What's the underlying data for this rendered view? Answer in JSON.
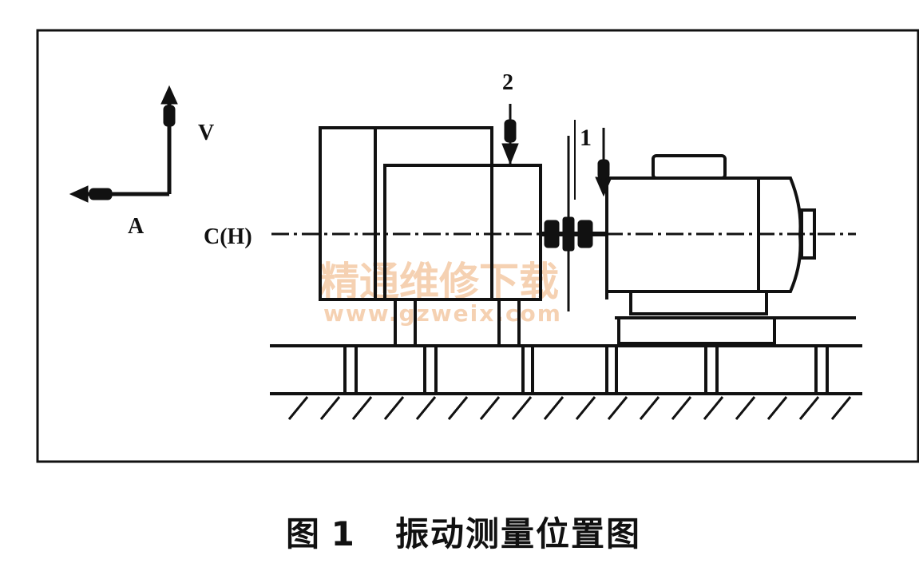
{
  "axes": {
    "vertical": "V",
    "axial": "A",
    "horizontal": "C(H)"
  },
  "points": {
    "p1": "1",
    "p2": "2"
  },
  "caption": {
    "figure_no": "图 1",
    "title": "振动测量位置图"
  },
  "watermark": {
    "title": "精通维修下载",
    "url": "www.gzweix.com"
  },
  "colors": {
    "ink": "#111111",
    "watermark": "#f3c9a4"
  }
}
